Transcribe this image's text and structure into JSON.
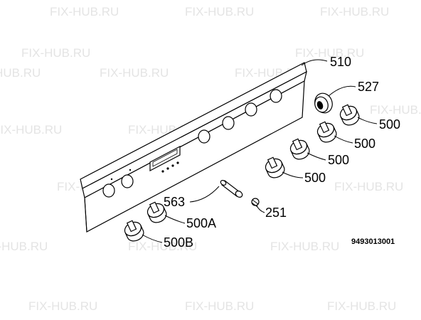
{
  "watermark": "FIX-HUB.RU",
  "document_code": "9493013001",
  "callouts": {
    "panel": "510",
    "ring": "527",
    "knob_1": "500",
    "knob_2": "500",
    "knob_3": "500",
    "knob_4": "500",
    "shaft": "563",
    "spring": "251",
    "knob_a": "500A",
    "knob_b": "500B"
  }
}
